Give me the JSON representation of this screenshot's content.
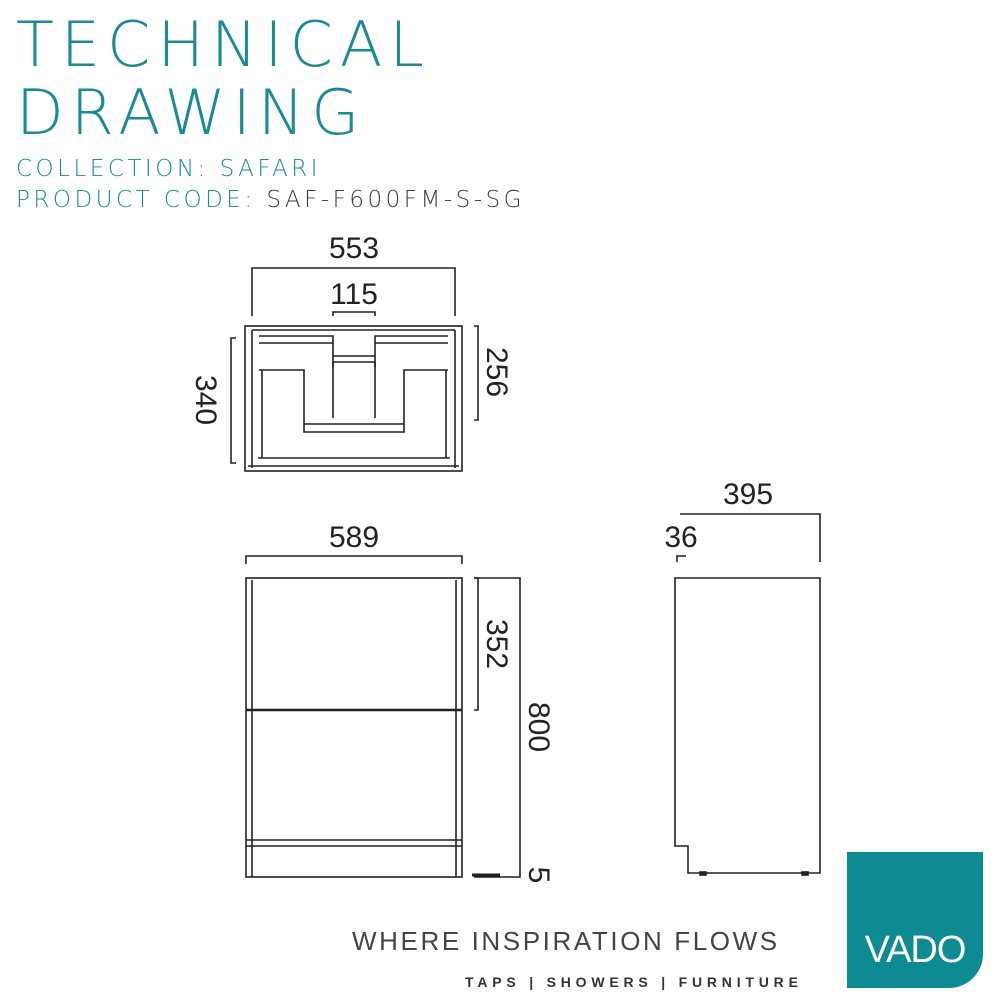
{
  "header": {
    "title_line1": "TECHNICAL",
    "title_line2": "DRAWING",
    "collection_label": "COLLECTION:",
    "collection_value": "SAFARI",
    "product_code_label": "PRODUCT CODE:",
    "product_code_value": "SAF-F600FM-S-SG"
  },
  "top_view": {
    "width_outer": "553",
    "width_inner": "115",
    "depth": "340",
    "depth_inner": "256"
  },
  "front_view": {
    "width": "589",
    "drawer_height": "352",
    "height": "800",
    "plinth": "5"
  },
  "side_view": {
    "depth": "395",
    "top_overhang": "36"
  },
  "footer": {
    "tagline": "WHERE INSPIRATION FLOWS",
    "subline": "TAPS | SHOWERS | FURNITURE",
    "logo_text": "VADO"
  },
  "colors": {
    "accent": "#1a8a95",
    "logo_bg": "#0e8a92"
  }
}
